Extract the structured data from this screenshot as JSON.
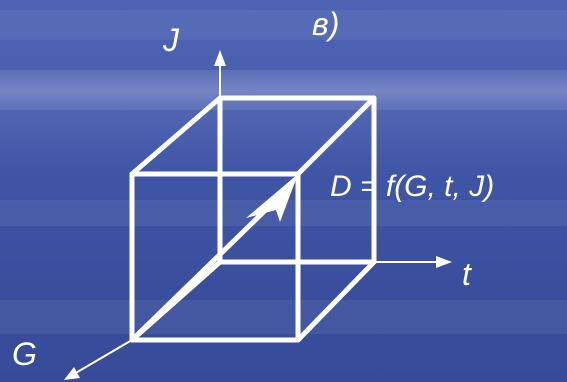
{
  "diagram": {
    "axis_j_label": "J",
    "axis_t_label": "t",
    "axis_g_label": "G",
    "panel_label": "в)",
    "equation": "D = f(G, t, J)"
  },
  "colors": {
    "background_top": "#4d63b4",
    "background_bottom": "#384b99",
    "lines": "#ffffff"
  }
}
